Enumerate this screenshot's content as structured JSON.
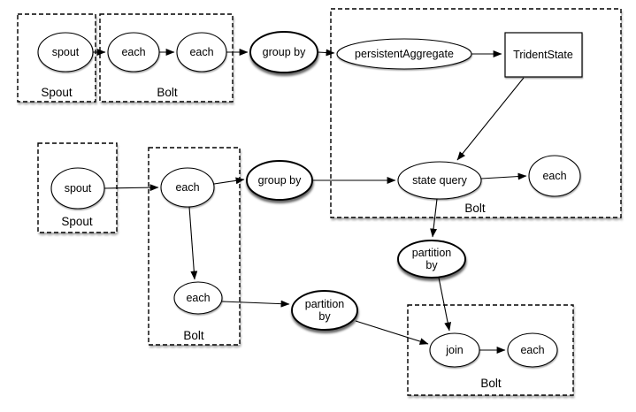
{
  "diagram": {
    "background_color": "#ffffff",
    "node_fill_color": "#ffffff",
    "stroke_color": "#000000",
    "groups": [
      {
        "id": "spout-group-1",
        "label": "Spout",
        "style": "dashed"
      },
      {
        "id": "bolt-group-1",
        "label": "Bolt",
        "style": "dashed"
      },
      {
        "id": "bolt-group-2",
        "label": "Bolt",
        "style": "dashed"
      },
      {
        "id": "spout-group-2",
        "label": "Spout",
        "style": "dashed"
      },
      {
        "id": "bolt-group-3",
        "label": "Bolt",
        "style": "dashed"
      },
      {
        "id": "bolt-group-4",
        "label": "Bolt",
        "style": "dashed"
      }
    ],
    "nodes": [
      {
        "id": "spout-1",
        "label": "spout",
        "shape": "ellipse",
        "group": "spout-group-1"
      },
      {
        "id": "each-1",
        "label": "each",
        "shape": "ellipse",
        "group": "bolt-group-1"
      },
      {
        "id": "each-2",
        "label": "each",
        "shape": "ellipse",
        "group": "bolt-group-1"
      },
      {
        "id": "group-by-1",
        "label": "group by",
        "shape": "ellipse-bold",
        "group": null
      },
      {
        "id": "persistent-aggregate",
        "label": "persistentAggregate",
        "shape": "ellipse",
        "group": "bolt-group-2"
      },
      {
        "id": "trident-state",
        "label": "TridentState",
        "shape": "rect",
        "group": "bolt-group-2"
      },
      {
        "id": "state-query",
        "label": "state query",
        "shape": "ellipse",
        "group": "bolt-group-2"
      },
      {
        "id": "each-3",
        "label": "each",
        "shape": "ellipse",
        "group": "bolt-group-2"
      },
      {
        "id": "spout-2",
        "label": "spout",
        "shape": "ellipse",
        "group": "spout-group-2"
      },
      {
        "id": "each-4",
        "label": "each",
        "shape": "ellipse",
        "group": "bolt-group-3"
      },
      {
        "id": "group-by-2",
        "label": "group by",
        "shape": "ellipse-bold",
        "group": null
      },
      {
        "id": "each-5",
        "label": "each",
        "shape": "ellipse",
        "group": "bolt-group-3"
      },
      {
        "id": "partition-by-1",
        "label": "partition by",
        "lines": [
          "partition",
          "by"
        ],
        "shape": "ellipse-bold",
        "group": null
      },
      {
        "id": "partition-by-2",
        "label": "partition by",
        "lines": [
          "partition",
          "by"
        ],
        "shape": "ellipse-bold",
        "group": null
      },
      {
        "id": "join",
        "label": "join",
        "shape": "ellipse",
        "group": "bolt-group-4"
      },
      {
        "id": "each-6",
        "label": "each",
        "shape": "ellipse",
        "group": "bolt-group-4"
      }
    ],
    "edges": [
      {
        "from": "spout-1",
        "to": "each-1"
      },
      {
        "from": "each-1",
        "to": "each-2"
      },
      {
        "from": "each-2",
        "to": "group-by-1"
      },
      {
        "from": "group-by-1",
        "to": "persistent-aggregate"
      },
      {
        "from": "persistent-aggregate",
        "to": "trident-state"
      },
      {
        "from": "trident-state",
        "to": "state-query"
      },
      {
        "from": "spout-2",
        "to": "each-4"
      },
      {
        "from": "each-4",
        "to": "group-by-2"
      },
      {
        "from": "group-by-2",
        "to": "state-query"
      },
      {
        "from": "state-query",
        "to": "each-3"
      },
      {
        "from": "state-query",
        "to": "partition-by-1"
      },
      {
        "from": "partition-by-1",
        "to": "join"
      },
      {
        "from": "each-4",
        "to": "each-5"
      },
      {
        "from": "each-5",
        "to": "partition-by-2"
      },
      {
        "from": "partition-by-2",
        "to": "join"
      },
      {
        "from": "join",
        "to": "each-6"
      }
    ]
  }
}
